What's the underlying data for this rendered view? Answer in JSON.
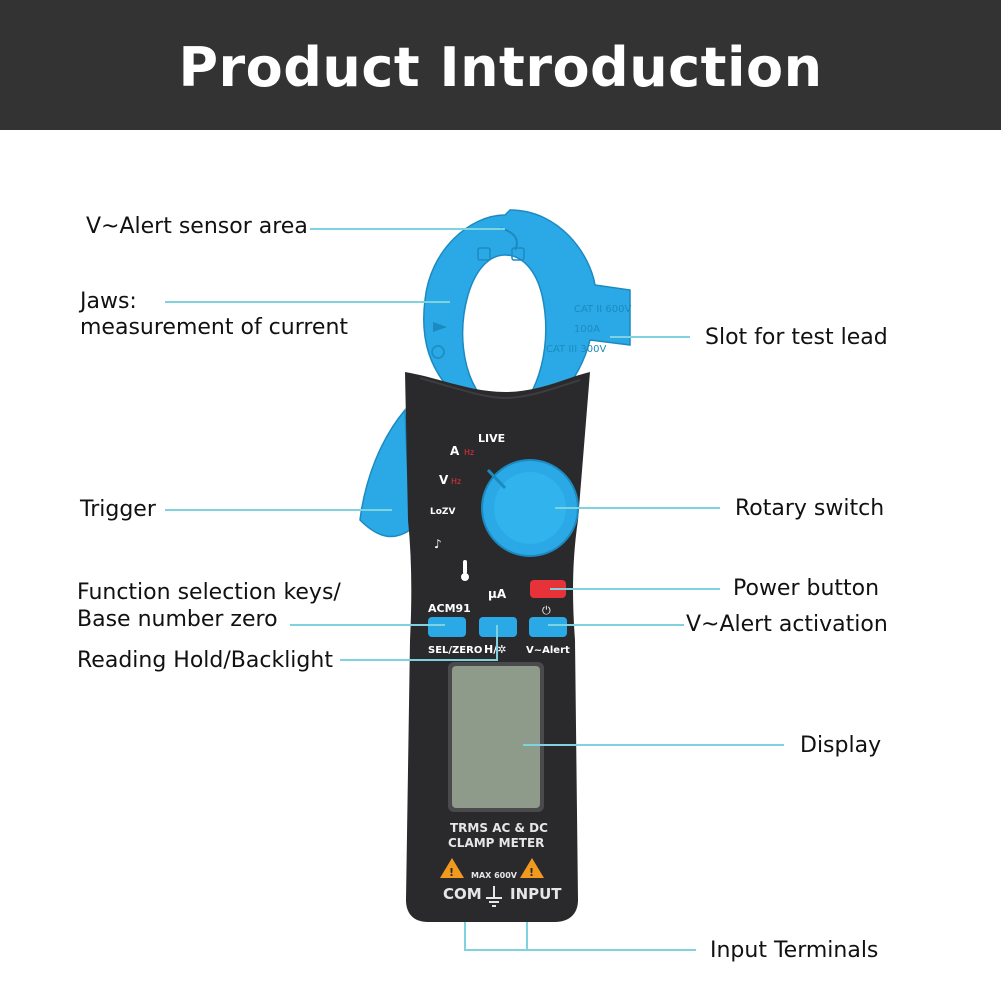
{
  "header": {
    "title": "Product Introduction",
    "bg": "#333333"
  },
  "colors": {
    "accent": "#2aa9e6",
    "callout_line": "#7fd3e0",
    "body": "#2a2a2c",
    "power": "#e8323a",
    "lcd": "#8e9a8a"
  },
  "callouts": {
    "v_alert_sensor": "V~Alert sensor area",
    "jaws_line1": "Jaws:",
    "jaws_line2": "measurement of current",
    "slot_test_lead": "Slot for test lead",
    "trigger": "Trigger",
    "rotary_switch": "Rotary switch",
    "function_keys_line1": "Function selection keys/",
    "function_keys_line2": "Base number zero",
    "power_button": "Power button",
    "v_alert_activation": "V~Alert activation",
    "reading_hold": "Reading Hold/Backlight",
    "display": "Display",
    "input_terminals": "Input Terminals"
  },
  "device": {
    "jaw_markings": [
      "CAT II 600V",
      "100A",
      "CAT III 300V"
    ],
    "live": "LIVE",
    "dial_modes": [
      "Ã",
      "Hz",
      "Ṽ",
      "Hz",
      "LoZṼ"
    ],
    "model": "ACM91",
    "ua_symbol": "μA",
    "button_labels": {
      "sel": "SEL/ZERO",
      "hold": "H/✲",
      "alert": "V~Alert"
    },
    "power_symbol": "⏻",
    "front_line1": "TRMS AC & DC",
    "front_line2": "CLAMP METER",
    "max": "MAX 600V",
    "com": "COM",
    "input": "INPUT",
    "warning": "!"
  }
}
